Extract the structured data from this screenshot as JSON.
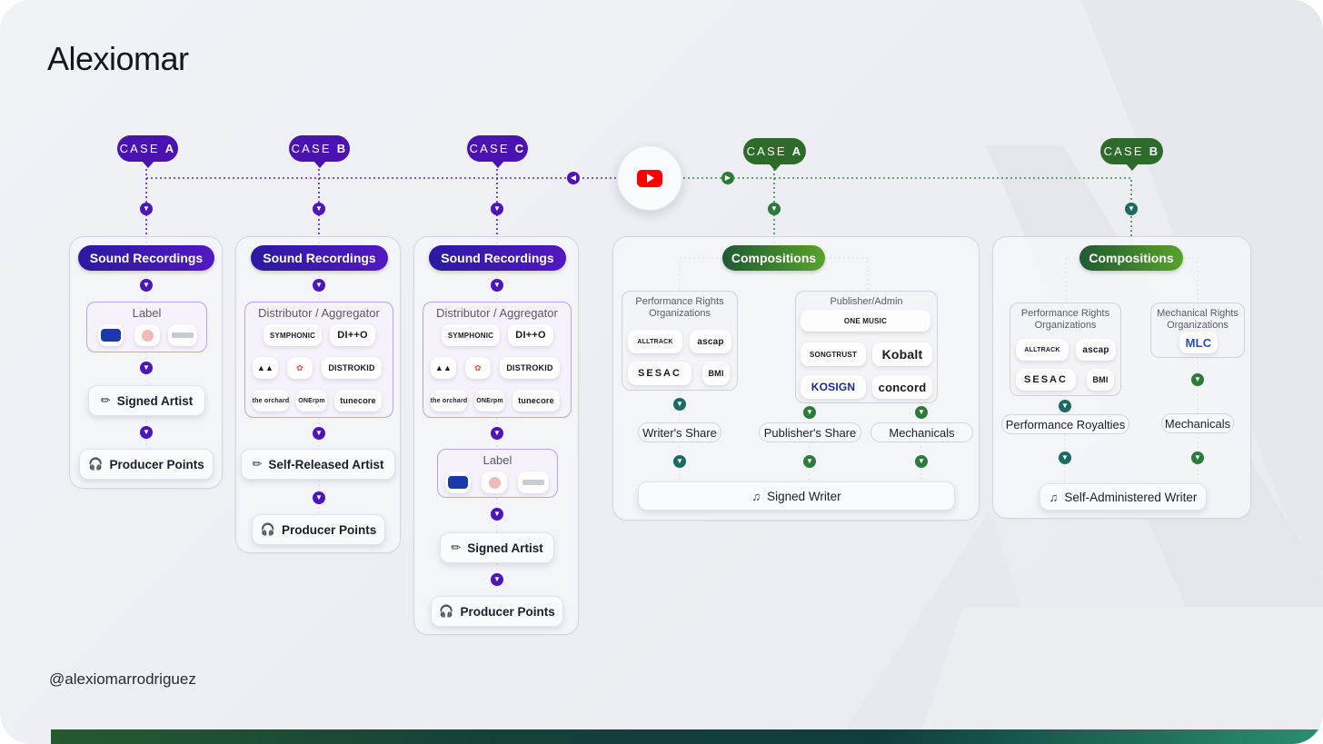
{
  "brand": "Alexiomar",
  "handle": "@alexiomarrodriguez",
  "center_icon": "youtube-icon",
  "colors": {
    "purple": "#4a12b0",
    "green": "#2d6b2a",
    "teal": "#1c6b62"
  },
  "recordings": {
    "case_word": "CASE",
    "case_a": {
      "letter": "A",
      "title": "Sound Recordings",
      "group": "Label",
      "artist": "Signed Artist",
      "points": "Producer Points"
    },
    "case_b": {
      "letter": "B",
      "title": "Sound Recordings",
      "group": "Distributor / Aggregator",
      "artist": "Self-Released Artist",
      "points": "Producer Points"
    },
    "case_c": {
      "letter": "C",
      "title": "Sound Recordings",
      "group": "Distributor / Aggregator",
      "group2": "Label",
      "artist": "Signed Artist",
      "points": "Producer Points"
    },
    "distributors": [
      "SYMPHONIC",
      "DI++O",
      "",
      "",
      "DISTROKID",
      "the orchard",
      "ONErpm",
      "tunecore"
    ]
  },
  "compositions": {
    "case_word": "CASE",
    "case_a": {
      "letter": "A",
      "title": "Compositions",
      "pro_group": "Performance Rights Organizations",
      "pub_group": "Publisher/Admin",
      "pros": [
        "ALLTRACK",
        "ascap",
        "SESAC",
        "BMI"
      ],
      "publishers": [
        "ONE MUSIC",
        "SONGTRUST",
        "Kobalt",
        "KOSIGN",
        "concord"
      ],
      "writer_share": "Writer's Share",
      "publisher_share": "Publisher's Share",
      "mechanicals": "Mechanicals",
      "writer": "Signed Writer"
    },
    "case_b": {
      "letter": "B",
      "title": "Compositions",
      "pro_group": "Performance Rights Organizations",
      "mech_group": "Mechanical Rights Organizations",
      "pros": [
        "ALLTRACK",
        "ascap",
        "SESAC",
        "BMI"
      ],
      "mlc": "MLC",
      "royalties": "Performance Royalties",
      "mechanicals": "Mechanicals",
      "writer": "Self-Administered Writer"
    }
  },
  "icons": {
    "mic": "microphone-icon",
    "headphones": "headphones-icon",
    "music": "music-note-icon"
  }
}
